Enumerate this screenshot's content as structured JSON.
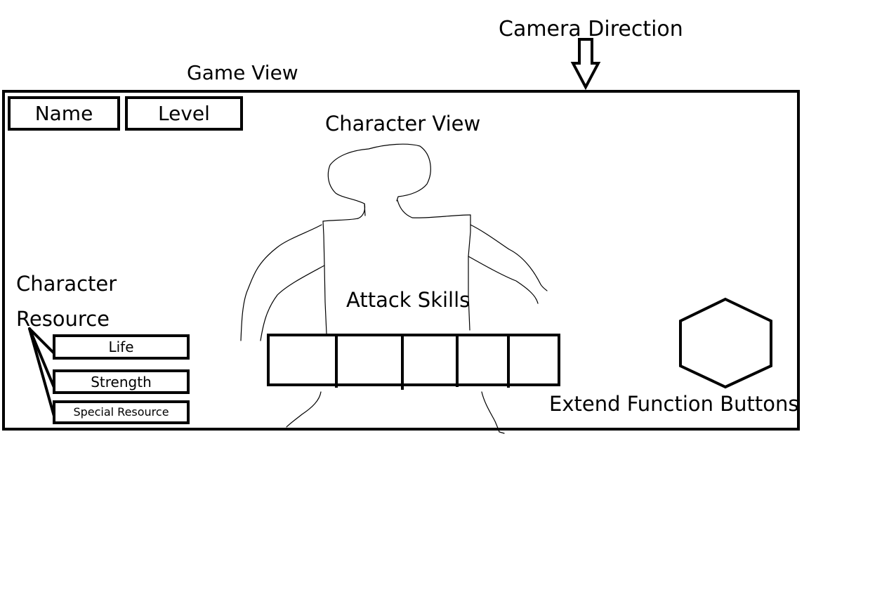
{
  "labels": {
    "camera_direction": "Camera Direction",
    "game_view": "Game View",
    "character_view": "Character View",
    "attack_skills": "Attack Skills",
    "extend_function_buttons": "Extend Function Buttons",
    "character_resource_line1": "Character",
    "character_resource_line2": "Resource"
  },
  "header_boxes": {
    "name": "Name",
    "level": "Level"
  },
  "resources": {
    "life": "Life",
    "strength": "Strength",
    "special": "Special Resource"
  },
  "attack_skills_slots": 5,
  "icons": {
    "camera_arrow": "down-arrow-icon",
    "extend_button": "hexagon-icon"
  },
  "colors": {
    "stroke": "#000000",
    "background": "#ffffff"
  }
}
